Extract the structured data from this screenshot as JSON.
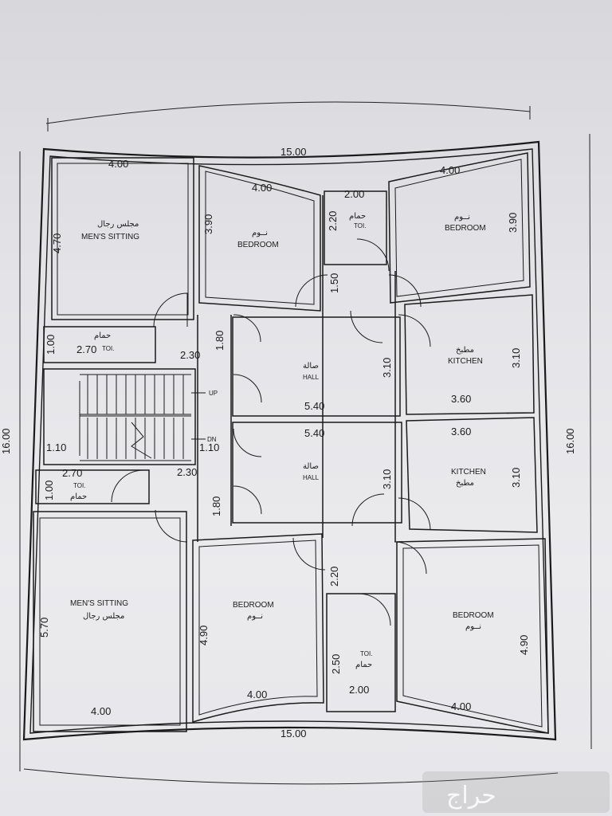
{
  "dimensions": {
    "top_total": "15.00",
    "bottom_total": "15.00",
    "left_total": "16.00",
    "right_total": "16.00",
    "top_left_width": "4.00",
    "top_left_height": "4.70",
    "top_bed_width": "4.00",
    "top_bed_height": "3.90",
    "top_toi_width": "2.00",
    "top_toi_height": "2.20",
    "top_corridor": "1.50",
    "top_right_bed_width": "4.00",
    "top_right_bed_height": "3.90",
    "top_toi_left_height": "1.00",
    "top_toi_left_width": "2.70",
    "top_lobby_width": "2.30",
    "top_lobby_height": "1.80",
    "top_hall_width": "5.40",
    "top_hall_height": "3.10",
    "top_kitchen_width": "3.60",
    "top_kitchen_height": "3.10",
    "stair_left": "1.10",
    "stair_right": "1.10",
    "bot_toi_left_width": "2.70",
    "bot_toi_left_height": "1.00",
    "bot_lobby_width": "2.30",
    "bot_lobby_height": "1.80",
    "bot_hall_width": "5.40",
    "bot_hall_height": "3.10",
    "bot_kitchen_width": "3.60",
    "bot_kitchen_height": "3.10",
    "bot_left_height": "5.70",
    "bot_left_width": "4.00",
    "bot_bed_height": "4.90",
    "bot_bed_width": "4.00",
    "bot_corridor": "2.20",
    "bot_toi_height": "2.50",
    "bot_toi_width": "2.00",
    "bot_right_bed_width": "4.00",
    "bot_right_bed_height": "4.90"
  },
  "rooms": {
    "mens_sitting_ar": "مجلس رجال",
    "mens_sitting_en": "MEN'S SITTING",
    "bedroom_ar": "نــوم",
    "bedroom_en": "BEDROOM",
    "toilet_ar": "حمام",
    "toilet_en": "TOI.",
    "hall_ar": "صالة",
    "hall_en": "HALL",
    "kitchen_ar": "مطبخ",
    "kitchen_en": "KITCHEN"
  },
  "stairs": {
    "up": "UP",
    "dn": "DN"
  },
  "watermark": "حراج"
}
